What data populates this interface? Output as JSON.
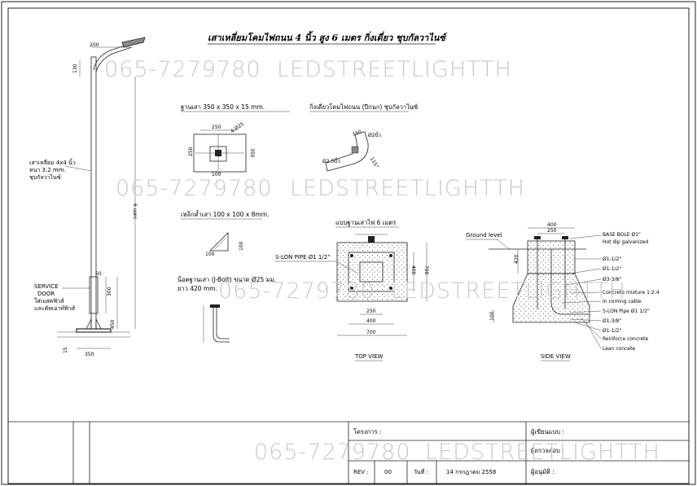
{
  "title": "เสาเหลี่ยมโคมไฟถนน 4 นิ้ว สูง 6 เมตร  กิ่งเดี่ยว ชุบกัลวาไนซ์",
  "watermark": {
    "phone": "065-7279780",
    "brand": "LEDSTREETLIGHTTH"
  },
  "pole": {
    "dims": {
      "arm_width": "200",
      "arm_height": "130",
      "height": "6 เมตร",
      "door_offset": "50",
      "door_height": "300",
      "base_to_door": "450",
      "base_plate_thick": "15",
      "base_width": "350"
    },
    "label_pole": [
      "เสาเหลี่ยม 4x4 นิ้ว",
      "หนา 3.2 mm.",
      "ชุบกัลวาไนซ์"
    ],
    "label_door": [
      "SERVICE",
      "DOOR",
      "ใส่เบสตฟิวส์",
      "และคัทเอาท์ฟิวส์"
    ]
  },
  "base_plate": {
    "caption": "ฐานเสา  350 x 350 x 15 mm.",
    "dims": [
      "250",
      "250",
      "350",
      "4-Ø25",
      "100"
    ]
  },
  "arm": {
    "caption": "กิ่งเดี่ยวโคมไฟถนน (ปีกนก) ชุบกัลวาไนซ์",
    "dims": [
      "150",
      "Ø2นิ้ว",
      "Ø2.5นิ้ว",
      "115°"
    ]
  },
  "gusset": {
    "caption": "เหล็กค้ำเสา  100 x 100 x 8mm.",
    "dims": [
      "100",
      "100"
    ]
  },
  "anchor": {
    "caption": "น็อตฐานเสา (J-Bolt) ขนาด Ø25 มม.",
    "caption2": "ยาว 420 mm."
  },
  "foundation": {
    "caption": "แบบฐานเสาไฟ 6 เมตร",
    "top_label": "S-LON PIPE Ø1 1/2\"",
    "top_dims": [
      "250",
      "400",
      "700",
      "400",
      "700"
    ],
    "top_view": "TOP VIEW",
    "side_view": "SIDE VIEW",
    "side_dims": [
      "400",
      "250",
      "420",
      "100"
    ],
    "ground": "Ground level",
    "notes": [
      "BASE BOLE Ø1\"",
      "Hot dip galvanized",
      "Ø1-1/2\"",
      "Ø1-1/2\"",
      "Ø3-3/8\"",
      "Concrete mixture 1:2:4",
      "In coming cable",
      "S-LON Pipe Ø1 1/2\"",
      "Ø1-3/8\"",
      "Ø1-1/2\"",
      "Reinforce concrete",
      "Lean concete"
    ]
  },
  "title_block": {
    "project_label": "โครงการ :",
    "designer_label": "ผู้เขียนแบบ :",
    "checker_label": "ผู้ตรวจสอบ :",
    "rev_label": "REV :",
    "rev_value": "00",
    "date_label": "วันที่ :",
    "date_value": "14 กรกฎาคม 2558",
    "approver_label": "ผู้อนุมัติ :"
  }
}
